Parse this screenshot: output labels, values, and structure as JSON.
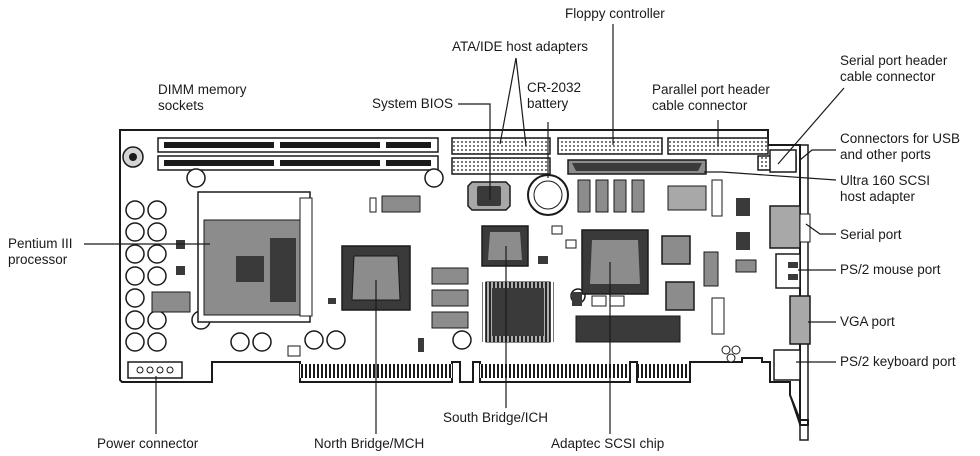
{
  "labels": {
    "floppy": "Floppy controller",
    "ata_ide": "ATA/IDE host adapters",
    "serial_header_1": "Serial port header",
    "serial_header_2": "cable connector",
    "dimm_1": "DIMM memory",
    "dimm_2": "sockets",
    "cr2032_1": "CR-2032",
    "cr2032_2": "battery",
    "parallel_1": "Parallel port header",
    "parallel_2": "cable connector",
    "system_bios": "System BIOS",
    "usb_1": "Connectors for USB",
    "usb_2": "and other ports",
    "scsi_adapter_1": "Ultra 160 SCSI",
    "scsi_adapter_2": "host adapter",
    "pentium_1": "Pentium III",
    "pentium_2": "processor",
    "serial_port": "Serial port",
    "ps2_mouse": "PS/2 mouse port",
    "vga_port": "VGA port",
    "ps2_keyboard": "PS/2 keyboard port",
    "power_connector": "Power connector",
    "north_bridge": "North Bridge/MCH",
    "south_bridge": "South Bridge/ICH",
    "adaptec": "Adaptec SCSI chip"
  },
  "colors": {
    "ink": "#1a1a1a",
    "chip_fill": "#8c8c8c",
    "chip_dark": "#3a3a3a",
    "light_fill": "#d4d4d4",
    "mid_fill": "#a8a8a8",
    "board": "#ffffff"
  }
}
